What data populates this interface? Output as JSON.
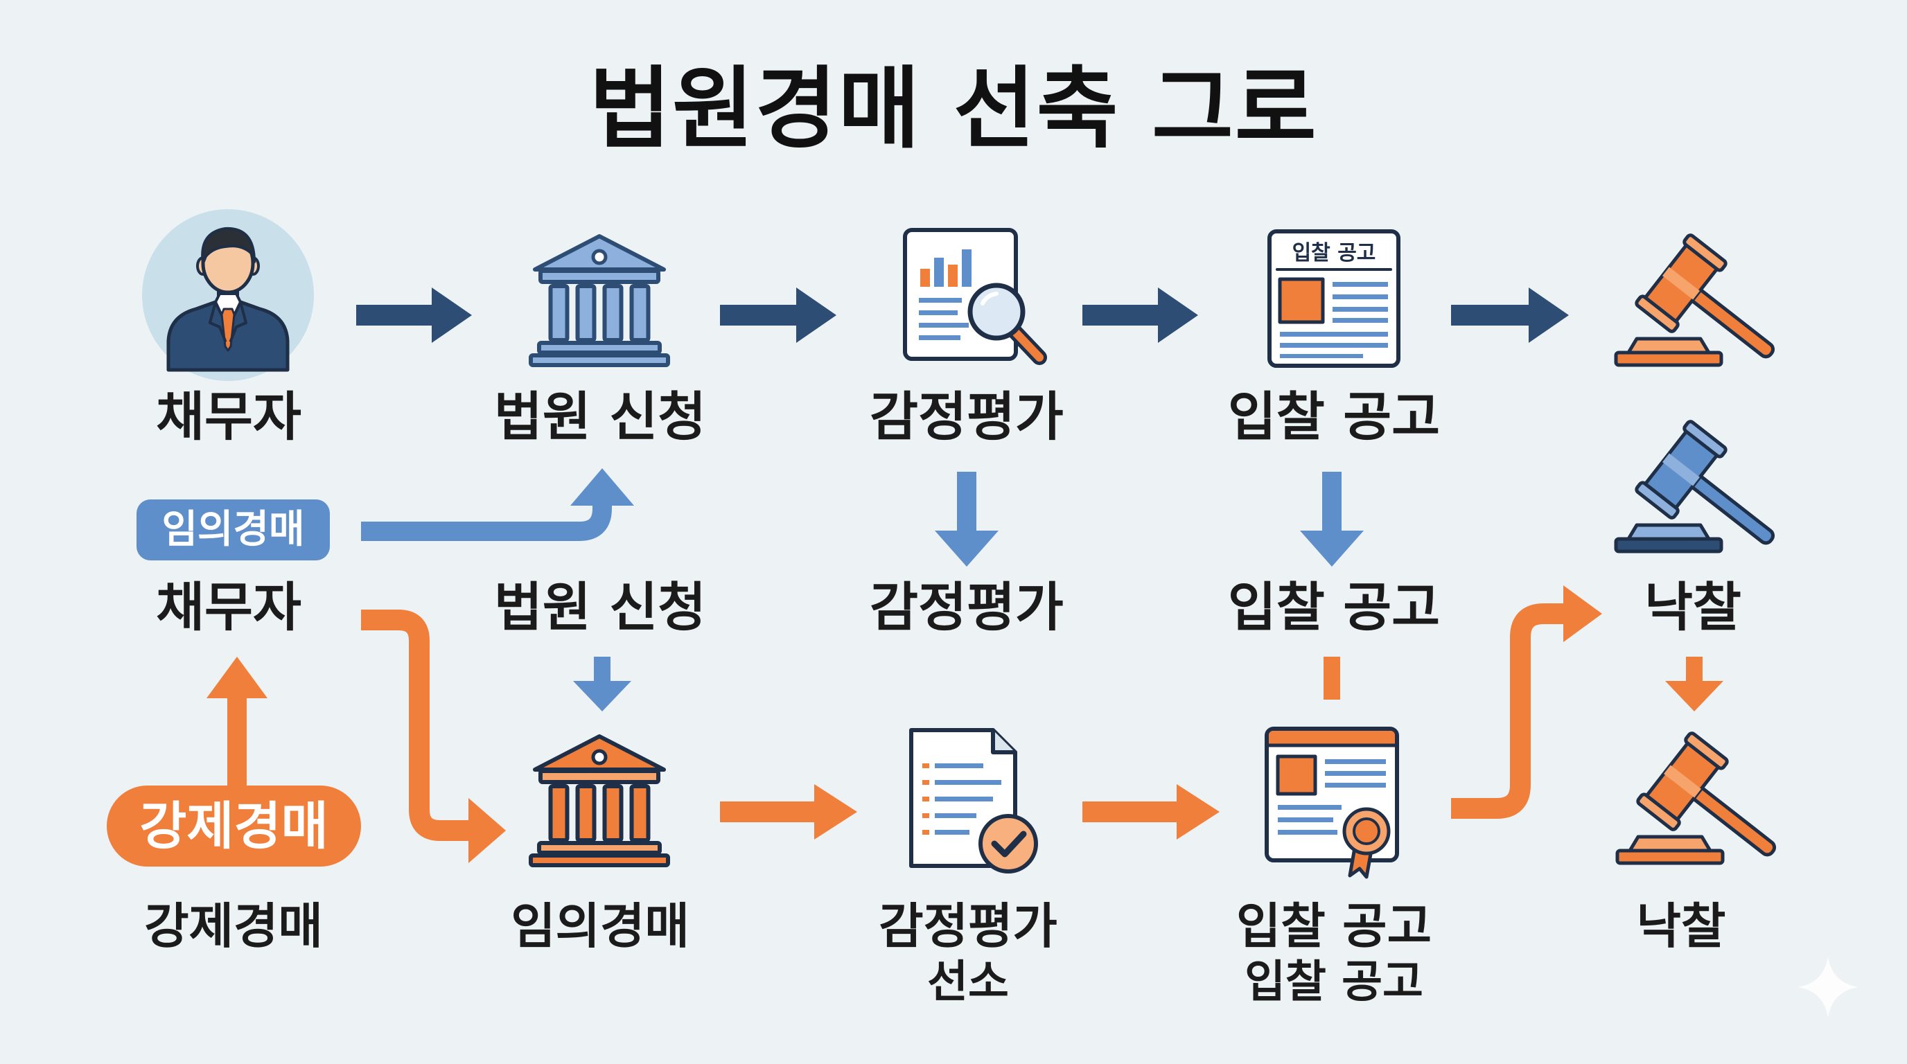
{
  "title": "법원경매 선축 그로",
  "colors": {
    "background": "#edf2f4",
    "navy": "#2e4d74",
    "blue": "#5f8fca",
    "orange": "#f07f3c",
    "text": "#1b1b1b"
  },
  "row1": {
    "debtor": {
      "icon": "person-icon",
      "label": "채무자"
    },
    "court_application": {
      "icon": "courthouse-icon",
      "label": "법원 신청"
    },
    "appraisal": {
      "icon": "report-magnifier-icon",
      "label": "감정평가"
    },
    "bid_notice": {
      "icon": "newspaper-icon",
      "icon_text": "입찰 공고",
      "label": "입찰 공고"
    },
    "auction": {
      "icon": "gavel-icon"
    }
  },
  "badges": {
    "voluntary_auction": "임의경매",
    "compulsory_auction": "강제경매"
  },
  "row2": {
    "debtor": "채무자",
    "court_application": "법원 신청",
    "appraisal": "감정평가",
    "bid_notice": "입찰 공고",
    "winning_bid": "낙찰",
    "auction_icon": "gavel-icon"
  },
  "row3": {
    "compulsory_auction": "강제경매",
    "voluntary_auction": {
      "icon": "courthouse-icon",
      "label": "임의경매"
    },
    "appraisal": {
      "icon": "document-check-icon",
      "lines": [
        "감정평가",
        "선소"
      ]
    },
    "bid_notice": {
      "icon": "newspaper-seal-icon",
      "lines": [
        "입찰 공고",
        "입찰 공고"
      ]
    },
    "winning_bid": {
      "icon": "gavel-icon",
      "label": "낙찰"
    }
  }
}
